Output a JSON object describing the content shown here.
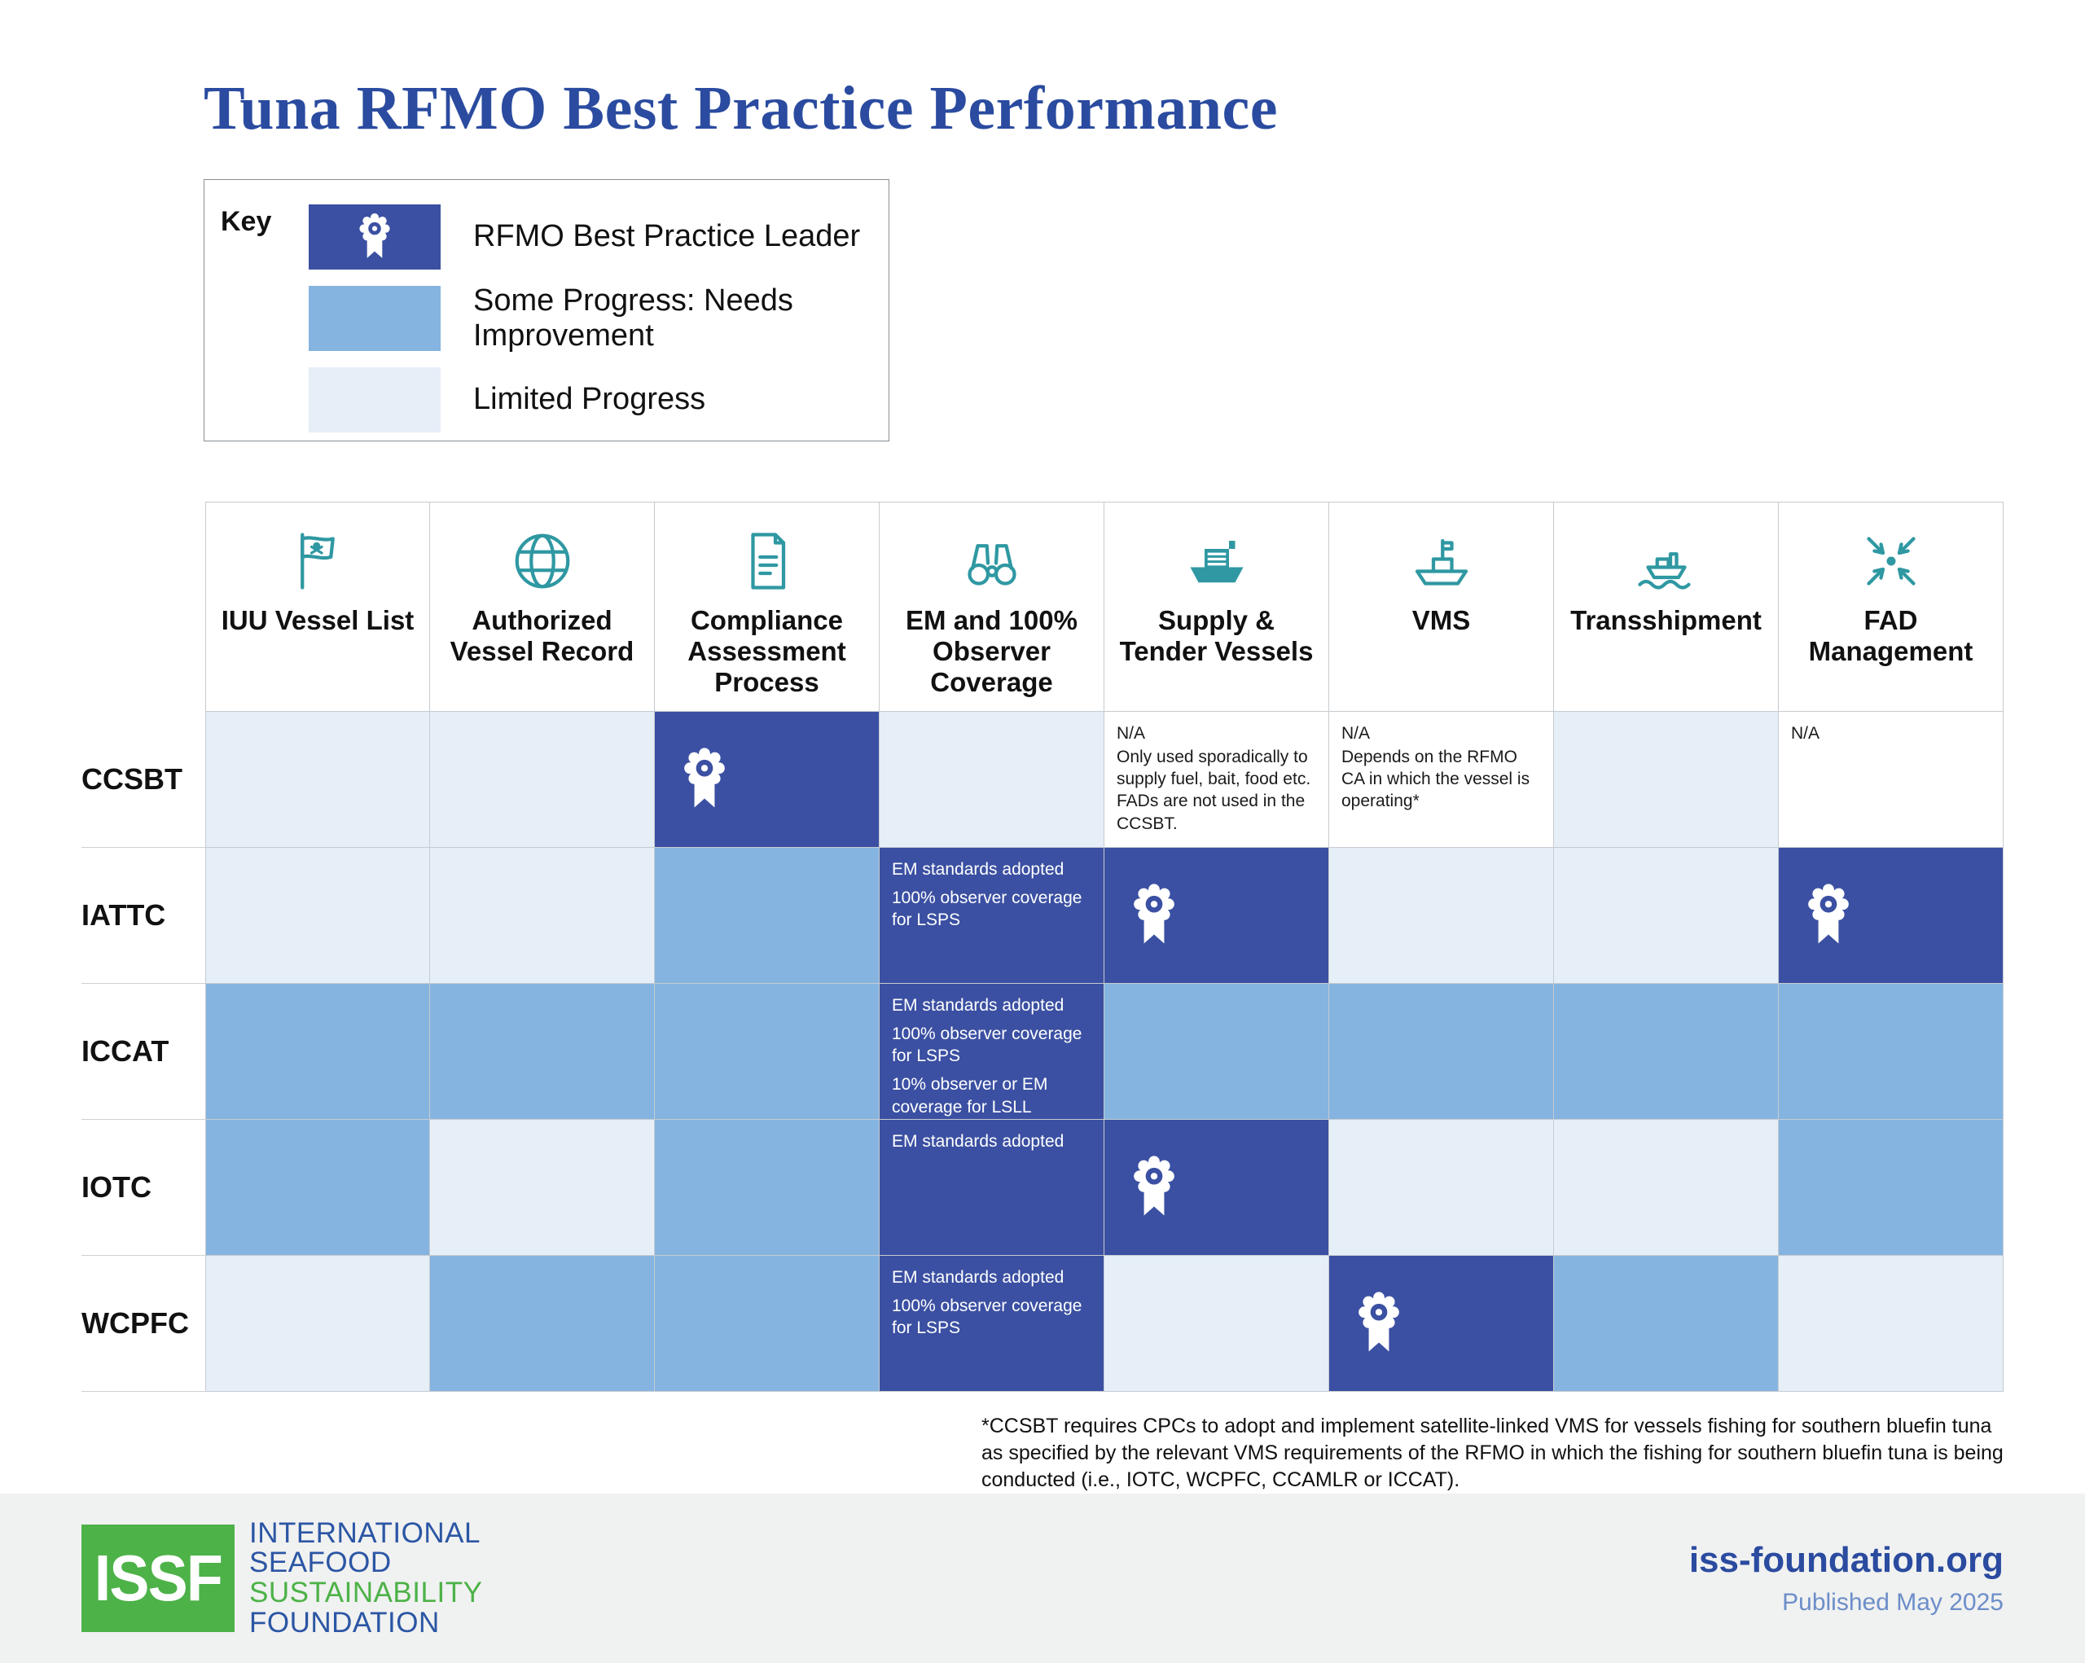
{
  "theme": {
    "title_blue": "#2a4b9f",
    "icon_teal": "#2f98a2",
    "footer_bg": "#f0f1f1",
    "issf_green": "#4db248",
    "published_blue": "#6c8ec9",
    "org_blue": "#2b56a4"
  },
  "key": {
    "label": "Key",
    "items": [
      {
        "level": "leader",
        "label": "RFMO Best Practice Leader",
        "color": "#3b50a2",
        "icon": "award-rosette-icon"
      },
      {
        "level": "some",
        "label": "Some Progress: Needs Improvement",
        "color": "#85b4e0"
      },
      {
        "level": "limited",
        "label": "Limited Progress",
        "color": "#e6eff8"
      }
    ]
  },
  "chart_data": {
    "type": "heatmap",
    "title": "Tuna RFMO Best Practice Performance",
    "legend": {
      "leader": "RFMO Best Practice Leader",
      "some": "Some Progress: Needs Improvement",
      "limited": "Limited Progress",
      "na": "N/A"
    },
    "colors": {
      "leader": "#3b50a2",
      "some": "#85b4e0",
      "limited": "#e6eff8",
      "na": "#ffffff"
    },
    "columns": [
      {
        "label": "IUU Vessel List",
        "icon": "pirate-flag-icon"
      },
      {
        "label": "Authorized Vessel Record",
        "icon": "globe-icon"
      },
      {
        "label": "Compliance Assessment Process",
        "icon": "document-icon"
      },
      {
        "label": "EM and 100% Observer Coverage",
        "icon": "binoculars-icon"
      },
      {
        "label": "Supply & Tender Vessels",
        "icon": "supply-vessel-icon"
      },
      {
        "label": "VMS",
        "icon": "vessel-icon"
      },
      {
        "label": "Transshipment",
        "icon": "transshipment-ship-icon"
      },
      {
        "label": "FAD Management",
        "icon": "converging-arrows-icon"
      }
    ],
    "rows": [
      "CCSBT",
      "IATTC",
      "ICCAT",
      "IOTC",
      "WCPFC"
    ],
    "cells": [
      [
        {
          "level": "limited"
        },
        {
          "level": "limited"
        },
        {
          "level": "leader",
          "award": true
        },
        {
          "level": "limited"
        },
        {
          "level": "na",
          "lines": [
            "N/A",
            "Only used sporadically to supply fuel, bait, food etc. FADs are not used in the CCSBT."
          ]
        },
        {
          "level": "na",
          "lines": [
            "N/A",
            "Depends on the RFMO CA in which the vessel is operating*"
          ]
        },
        {
          "level": "limited"
        },
        {
          "level": "na",
          "lines": [
            "N/A"
          ]
        }
      ],
      [
        {
          "level": "limited"
        },
        {
          "level": "limited"
        },
        {
          "level": "some"
        },
        {
          "level": "leader",
          "lines": [
            "EM standards adopted",
            "100% observer coverage for LSPS"
          ]
        },
        {
          "level": "leader",
          "award": true
        },
        {
          "level": "limited"
        },
        {
          "level": "limited"
        },
        {
          "level": "leader",
          "award": true
        }
      ],
      [
        {
          "level": "some"
        },
        {
          "level": "some"
        },
        {
          "level": "some"
        },
        {
          "level": "leader",
          "lines": [
            "EM standards adopted",
            "100% observer coverage for LSPS",
            "10% observer or EM coverage for LSLL"
          ]
        },
        {
          "level": "some"
        },
        {
          "level": "some"
        },
        {
          "level": "some"
        },
        {
          "level": "some"
        }
      ],
      [
        {
          "level": "some"
        },
        {
          "level": "limited"
        },
        {
          "level": "some"
        },
        {
          "level": "leader",
          "lines": [
            "EM standards adopted"
          ]
        },
        {
          "level": "leader",
          "award": true
        },
        {
          "level": "limited"
        },
        {
          "level": "limited"
        },
        {
          "level": "some"
        }
      ],
      [
        {
          "level": "limited"
        },
        {
          "level": "some"
        },
        {
          "level": "some"
        },
        {
          "level": "leader",
          "lines": [
            "EM standards adopted",
            "100% observer coverage for LSPS"
          ]
        },
        {
          "level": "limited"
        },
        {
          "level": "leader",
          "award": true
        },
        {
          "level": "some"
        },
        {
          "level": "limited"
        }
      ]
    ]
  },
  "footnote": "*CCSBT requires CPCs to adopt and implement satellite-linked VMS for vessels fishing for southern bluefin tuna as specified by the relevant VMS requirements of the RFMO in which the fishing for southern bluefin tuna is being conducted (i.e., IOTC, WCPFC, CCAMLR or ICCAT).",
  "footer": {
    "logo_text": "ISSF",
    "org_lines": [
      {
        "text": "INTERNATIONAL",
        "color": "#2b56a4"
      },
      {
        "text": "SEAFOOD",
        "color": "#2b56a4"
      },
      {
        "text": "SUSTAINABILITY",
        "color": "#4db248"
      },
      {
        "text": "FOUNDATION",
        "color": "#2b56a4"
      }
    ],
    "website": "iss-foundation.org",
    "published": "Published May 2025"
  }
}
